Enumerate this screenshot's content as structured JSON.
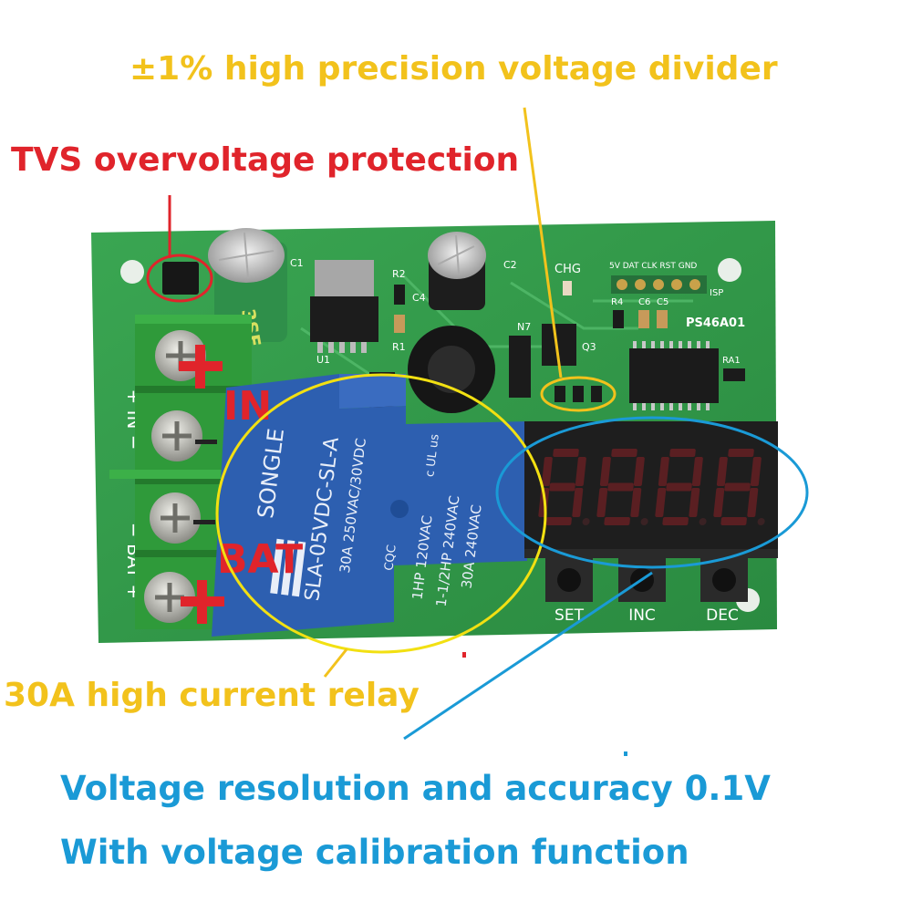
{
  "captions": {
    "divider": "±1% high precision voltage divider",
    "tvs": "TVS overvoltage protection",
    "relay": "30A high current relay",
    "resolution": "Voltage resolution and accuracy 0.1V",
    "calibration": "With voltage calibration function"
  },
  "board": {
    "model": "PS46A01",
    "chg": "CHG",
    "isp": "ISP",
    "isp_pins": "5V DAT CLK RST GND",
    "terminal_in": "IN",
    "terminal_bat": "BAT",
    "side_in": "+ IN −",
    "side_bat": "− BAT +",
    "refs": {
      "c1": "C1",
      "c2": "C2",
      "c4": "C4",
      "c5": "C5",
      "c6": "C6",
      "r1": "R1",
      "r2": "R2",
      "r4": "R4",
      "ra1": "RA1",
      "u1": "U1",
      "q3": "Q3",
      "d3": "D3",
      "n7": "N7"
    }
  },
  "relay": {
    "brand": "SONGLE",
    "model": "SLA-05VDC-SL-A",
    "rating_1": "30A 250VAC/30VDC",
    "rating_2": "1HP 120VAC",
    "rating_3": "1-1/2HP 240VAC",
    "rating_4": "30A 240VAC",
    "mark_cqc": "CQC",
    "mark_ul": "c UL us"
  },
  "display": {
    "digits": [
      "8",
      "8",
      "8",
      "8"
    ]
  },
  "buttons": {
    "set": "SET",
    "inc": "INC",
    "dec": "DEC"
  },
  "colors": {
    "red": "#e0242b",
    "yellow": "#f2c21c",
    "blue": "#1a9ad6",
    "pcb": "#2f9b48",
    "relay": "#2d5fb0",
    "terminal": "#2f9a3a"
  }
}
